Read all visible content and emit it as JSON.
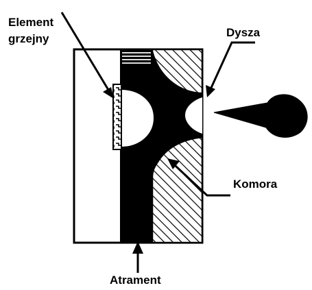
{
  "labels": {
    "heater_line1": "Element",
    "heater_line2": "grzejny",
    "nozzle": "Dysza",
    "chamber": "Komora",
    "ink": "Atrament"
  },
  "colors": {
    "ink": "#000000",
    "background": "#ffffff",
    "hatch": "#000000"
  }
}
